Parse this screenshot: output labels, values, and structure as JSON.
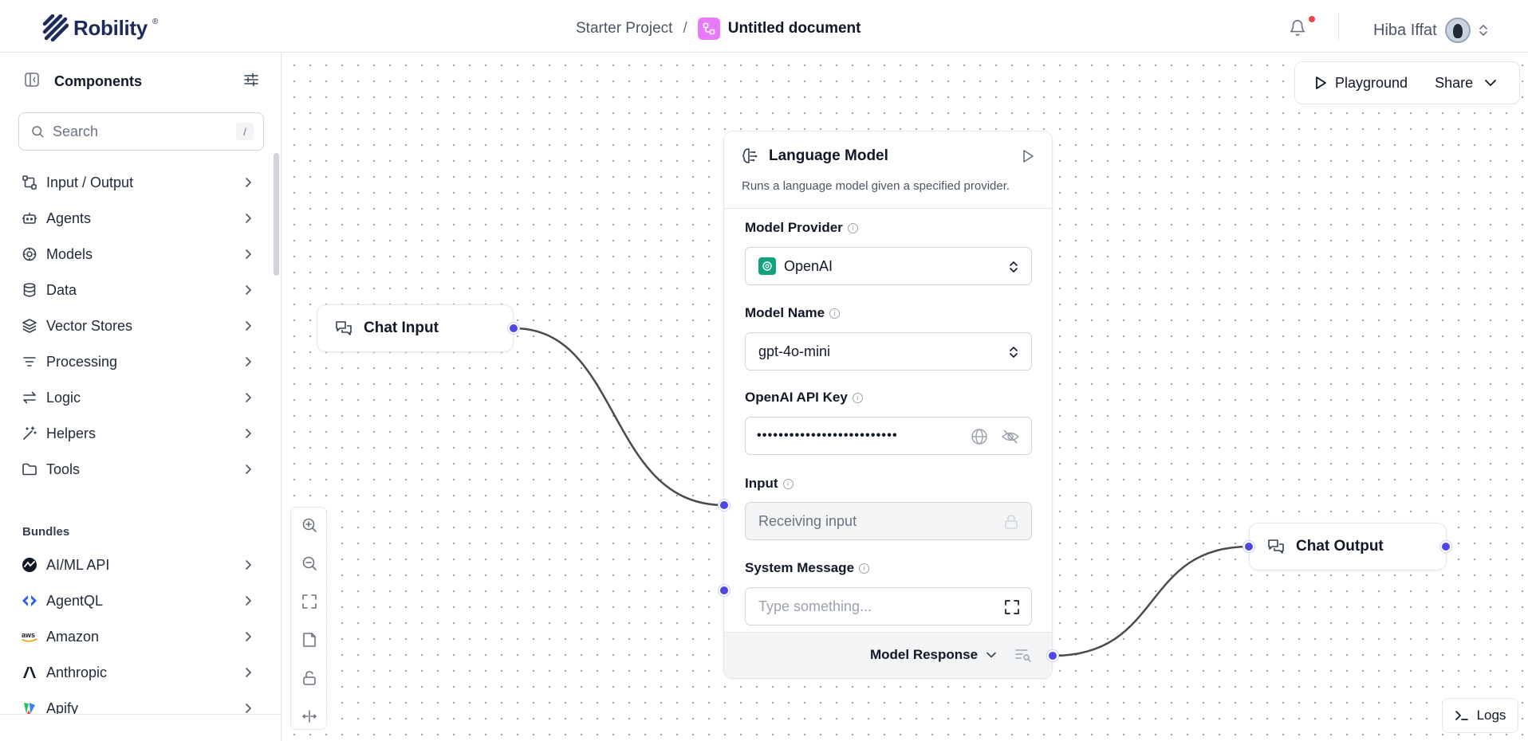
{
  "header": {
    "brand": "Robility",
    "brand_mark": "®",
    "breadcrumb_project": "Starter Project",
    "breadcrumb_separator": "/",
    "document_title": "Untitled document",
    "user_name": "Hiba Iffat",
    "notification_dot_color": "#ef4444"
  },
  "sidebar": {
    "title": "Components",
    "search_placeholder": "Search",
    "search_shortcut": "/",
    "categories": [
      {
        "label": "Input / Output",
        "icon": "input-output-icon"
      },
      {
        "label": "Agents",
        "icon": "bot-icon"
      },
      {
        "label": "Models",
        "icon": "brain-icon"
      },
      {
        "label": "Data",
        "icon": "database-icon"
      },
      {
        "label": "Vector Stores",
        "icon": "layers-icon"
      },
      {
        "label": "Processing",
        "icon": "filter-lines-icon"
      },
      {
        "label": "Logic",
        "icon": "arrows-swap-icon"
      },
      {
        "label": "Helpers",
        "icon": "wand-icon"
      },
      {
        "label": "Tools",
        "icon": "folder-icon"
      }
    ],
    "bundles_title": "Bundles",
    "bundles": [
      {
        "label": "AI/ML API",
        "icon": "aiml-logo-icon"
      },
      {
        "label": "AgentQL",
        "icon": "agentql-logo-icon"
      },
      {
        "label": "Amazon",
        "icon": "aws-logo-icon"
      },
      {
        "label": "Anthropic",
        "icon": "anthropic-logo-icon"
      },
      {
        "label": "Apify",
        "icon": "apify-logo-icon"
      }
    ]
  },
  "toolbar": {
    "playground_label": "Playground",
    "share_label": "Share"
  },
  "nodes": {
    "chat_input": {
      "title": "Chat Input"
    },
    "chat_output": {
      "title": "Chat Output"
    },
    "language_model": {
      "title": "Language Model",
      "description": "Runs a language model given a specified provider.",
      "fields": {
        "model_provider": {
          "label": "Model Provider",
          "value": "OpenAI"
        },
        "model_name": {
          "label": "Model Name",
          "value": "gpt-4o-mini"
        },
        "api_key": {
          "label": "OpenAI API Key",
          "value": "••••••••••••••••••••••••••"
        },
        "input": {
          "label": "Input",
          "placeholder": "Receiving input"
        },
        "system_message": {
          "label": "System Message",
          "placeholder": "Type something..."
        }
      },
      "output_label": "Model Response"
    }
  },
  "logs_label": "Logs",
  "colors": {
    "handle": "#4f46e5",
    "edge": "#4b4b4b",
    "brand": "#1e2a5a",
    "openai": "#10a37f",
    "flow_icon": "#e879f9"
  }
}
